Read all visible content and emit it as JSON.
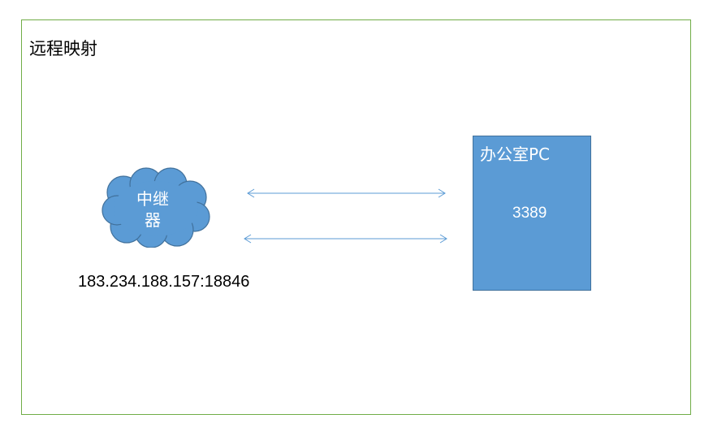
{
  "title": "远程映射",
  "relay": {
    "label_line1": "中继",
    "label_line2": "器",
    "address": "183.234.188.157:18846"
  },
  "office_pc": {
    "title": "办公室PC",
    "port": "3389"
  },
  "colors": {
    "frame_border": "#70ad47",
    "node_fill": "#5b9bd5",
    "arrow": "#5b9bd5"
  }
}
